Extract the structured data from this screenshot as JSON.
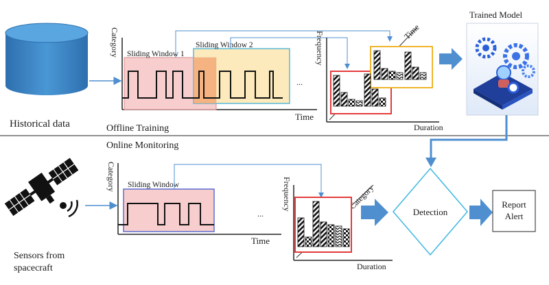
{
  "offline": {
    "historical_label": "Historical data",
    "section_label": "Offline Training",
    "chart": {
      "y_label": "Category",
      "x_label": "Time",
      "window1_label": "Sliding Window 1",
      "window2_label": "Sliding Window 2",
      "ellipsis": "..."
    },
    "histogram": {
      "y_label": "Frequency",
      "x_label": "Duration",
      "diag_label": "Time"
    },
    "model_label": "Trained Model"
  },
  "online": {
    "section_label": "Online Monitoring",
    "sensors_label_line1": "Sensors from",
    "sensors_label_line2": "spacecraft",
    "chart": {
      "y_label": "Category",
      "x_label": "Time",
      "window_label": "Sliding Window",
      "ellipsis": "..."
    },
    "histogram": {
      "y_label": "Frequency",
      "x_label": "Duration",
      "diag_label": "Category"
    },
    "detection_label": "Detection",
    "report_label_line1": "Report",
    "report_label_line2": "Alert"
  },
  "colors": {
    "arrow_fill": "#4f8fd0",
    "window1_fill": "#f6c4c4",
    "window1_stroke": "#d98c8c",
    "window2_fill": "#fbe3a6",
    "window2_stroke": "#58b7d8",
    "hist_red": "#e23a3a",
    "hist_orange": "#f0b429",
    "detection_stroke": "#3eb7e0",
    "db_fill": "#3a86c6"
  }
}
